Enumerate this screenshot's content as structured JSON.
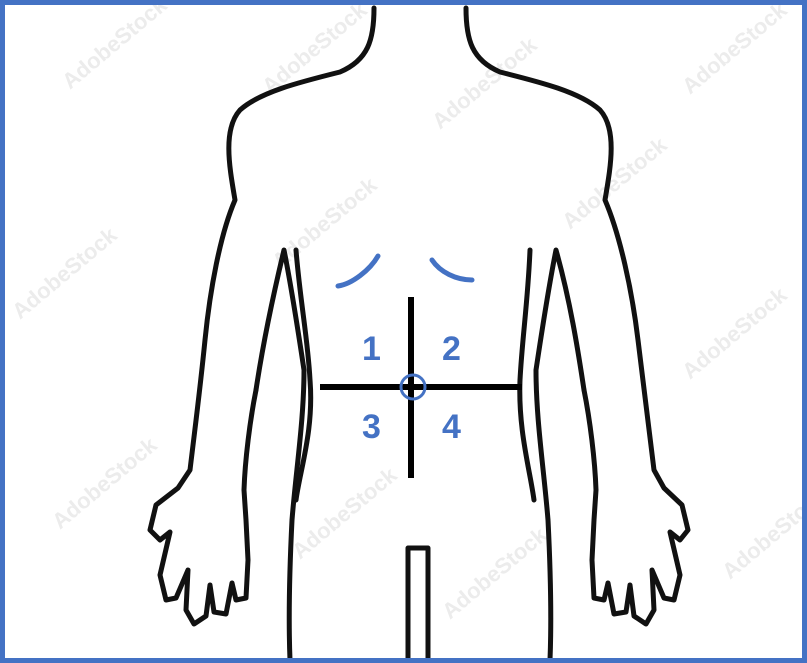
{
  "colors": {
    "border": "#4472C4",
    "outline": "#111111",
    "annotation": "#4472C4",
    "crosshair": "#000000",
    "background": "#FFFFFF",
    "watermark": "#ECECEC"
  },
  "quadrants": [
    {
      "label": "1"
    },
    {
      "label": "2"
    },
    {
      "label": "3"
    },
    {
      "label": "4"
    }
  ],
  "watermark": {
    "text": "AdobeStock"
  },
  "icons": {
    "umbilicus": "small-circle",
    "rib_margins": "curved-arcs"
  }
}
